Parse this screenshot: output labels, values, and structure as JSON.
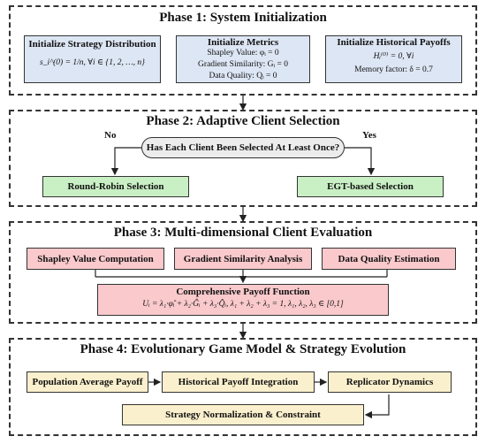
{
  "phase1": {
    "title": "Phase 1: System Initialization",
    "strategy": {
      "title": "Initialize Strategy Distribution",
      "formula": "s_i^(0) = 1/n,   ∀i ∈ {1, 2, …, n}"
    },
    "metrics": {
      "title": "Initialize Metrics",
      "shapley": "Shapley Value: φᵢ = 0",
      "gradient": "Gradient Similarity: Gᵢ = 0",
      "quality": "Data Quality: Qᵢ = 0"
    },
    "payoffs": {
      "title": "Initialize Historical Payoffs",
      "formula": "Hᵢ⁽⁰⁾ = 0,   ∀i",
      "memory": "Memory factor: δ = 0.7"
    }
  },
  "phase2": {
    "title": "Phase 2: Adaptive Client Selection",
    "decision": "Has Each Client Been Selected At Least Once?",
    "no_label": "No",
    "yes_label": "Yes",
    "round_robin": "Round-Robin Selection",
    "egt": "EGT-based Selection"
  },
  "phase3": {
    "title": "Phase 3: Multi-dimensional Client Evaluation",
    "shapley": "Shapley Value Computation",
    "gradient": "Gradient Similarity Analysis",
    "quality": "Data Quality Estimation",
    "payoff_title": "Comprehensive Payoff Function",
    "payoff_formula": "Uᵢ = λ₁·φ̂ᵢ + λ₂·Ĝᵢ + λ₃·Q̂ᵢ,   λ₁ + λ₂ + λ₃ = 1,   λ₁, λ₂, λ₃ ∈ [0,1]"
  },
  "phase4": {
    "title": "Phase 4: Evolutionary Game Model & Strategy Evolution",
    "population": "Population Average Payoff",
    "historical": "Historical Payoff Integration",
    "replicator": "Replicator Dynamics",
    "normalization": "Strategy Normalization & Constraint"
  }
}
